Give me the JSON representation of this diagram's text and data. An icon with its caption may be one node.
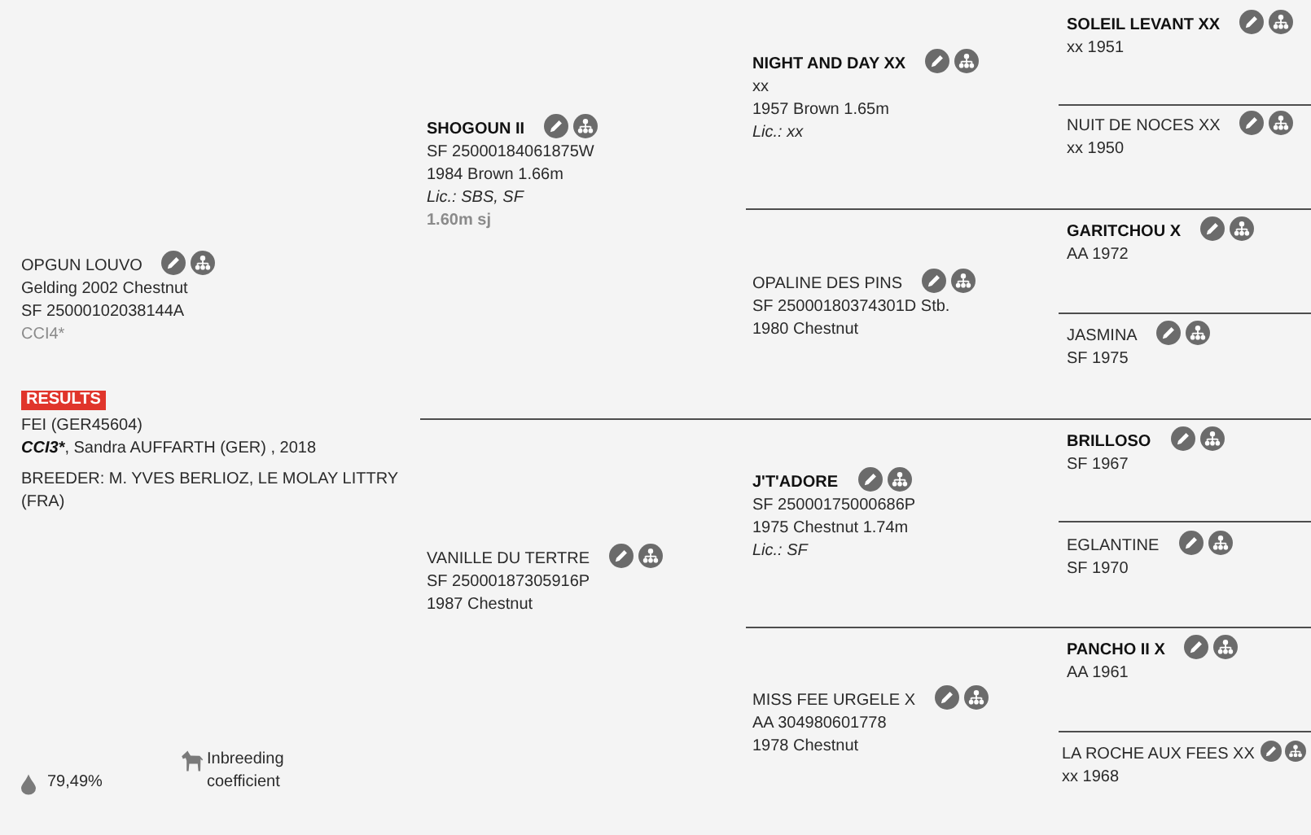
{
  "diagram": {
    "nodes": [
      {
        "text": [
          "OPGUN LOUVO",
          "Gelding 2002 Chestnut",
          "SF 25000102038144A",
          "CCI4*"
        ]
      },
      {
        "text": [
          "SHOGOUN II",
          "SF 25000184061875W",
          "1984 Brown 1.66m",
          "Lic.: SBS, SF",
          "1.60m sj"
        ]
      },
      {
        "text": [
          "NIGHT AND DAY XX",
          "xx",
          "1957 Brown 1.65m",
          "Lic.: xx"
        ]
      },
      {
        "text": [
          "SOLEIL LEVANT XX",
          "xx 1951"
        ]
      },
      {
        "text": [
          "NUIT DE NOCES XX",
          "xx 1950"
        ]
      },
      {
        "text": [
          "OPALINE DES PINS",
          "SF 25000180374301D Stb.",
          "1980 Chestnut"
        ]
      },
      {
        "text": [
          "GARITCHOU X",
          "AA 1972"
        ]
      },
      {
        "text": [
          "JASMINA",
          "SF 1975"
        ]
      },
      {
        "text": [
          "VANILLE DU TERTRE",
          "SF 25000187305916P",
          "1987 Chestnut"
        ]
      },
      {
        "text": [
          "J'T'ADORE",
          "SF 25000175000686P",
          "1975 Chestnut 1.74m",
          "Lic.: SF"
        ]
      },
      {
        "text": [
          "BRILLOSO",
          "SF 1967"
        ]
      },
      {
        "text": [
          "EGLANTINE",
          "SF 1970"
        ]
      },
      {
        "text": [
          "MISS FEE URGELE X",
          "AA 304980601778",
          "1978 Chestnut"
        ]
      },
      {
        "text": [
          "PANCHO II X",
          "AA 1961"
        ]
      },
      {
        "text": [
          "LA ROCHE AUX FEES XX",
          "xx 1968"
        ]
      }
    ],
    "labels": [
      "RESULTS",
      "FEI (GER45604)",
      "CCI3*",
      ", Sandra AUFFARTH (GER) , 2018",
      "BREEDER: M. YVES BERLIOZ, LE MOLAY LITTRY (FRA)",
      "79,49%",
      "Inbreeding coefficient"
    ]
  }
}
